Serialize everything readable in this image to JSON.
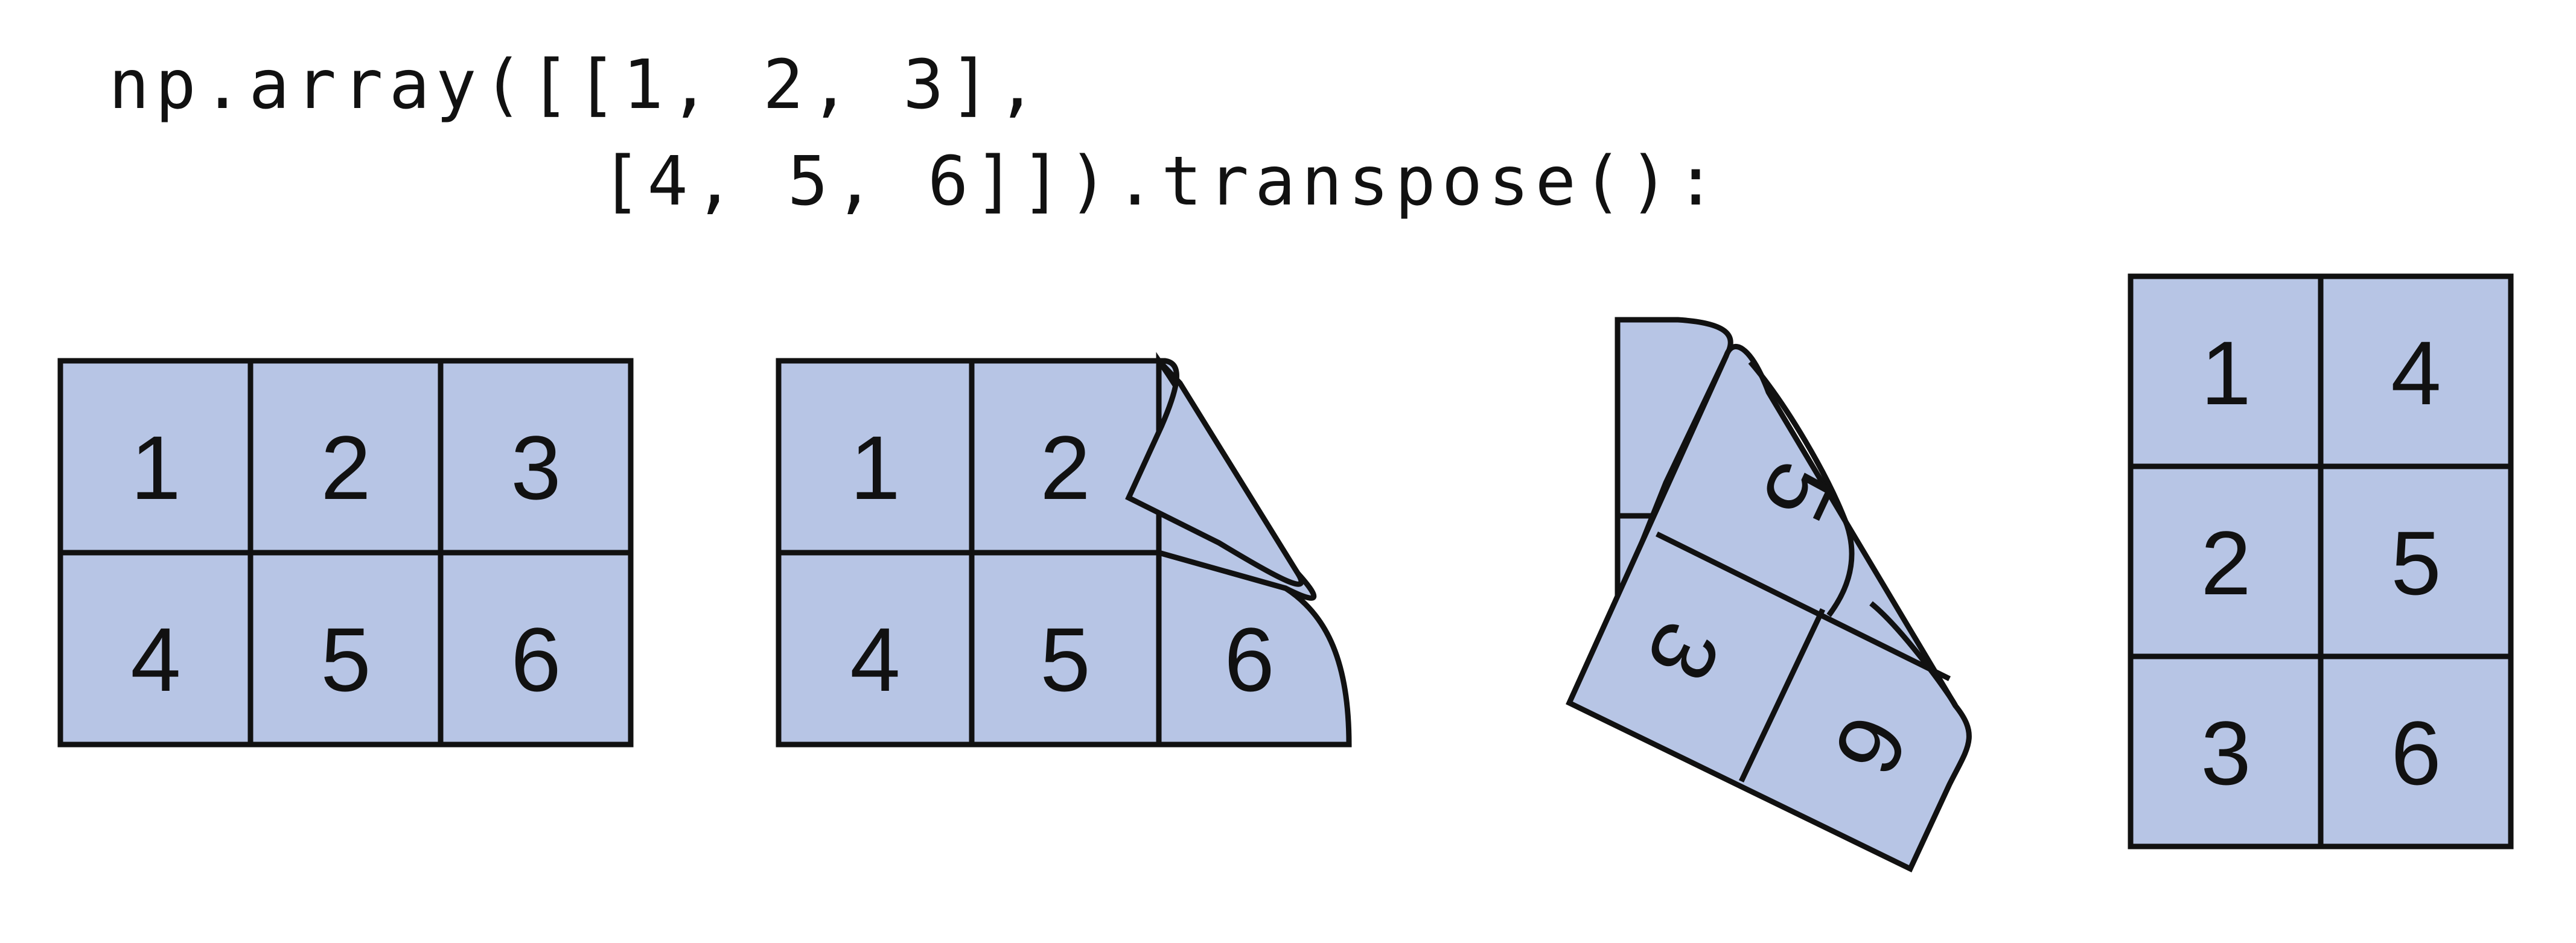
{
  "code": {
    "line1": "np.array([[1, 2, 3],",
    "line2": "[4, 5, 6]]).transpose():"
  },
  "colors": {
    "cell_fill": "#b7c5e5",
    "stroke": "#111111",
    "background": "#ffffff"
  },
  "stages": {
    "original": {
      "rows": [
        [
          "1",
          "2",
          "3"
        ],
        [
          "4",
          "5",
          "6"
        ]
      ]
    },
    "folding": {
      "visible": [
        "1",
        "2",
        "4",
        "5",
        "6"
      ]
    },
    "flipping": {
      "visible": [
        "3",
        "6"
      ]
    },
    "transposed": {
      "rows": [
        [
          "1",
          "4"
        ],
        [
          "2",
          "5"
        ],
        [
          "3",
          "6"
        ]
      ]
    }
  }
}
